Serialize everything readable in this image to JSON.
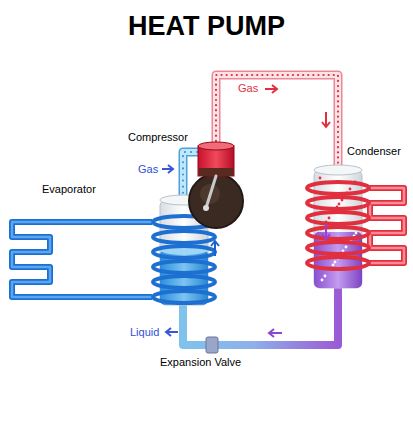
{
  "diagram": {
    "title": "HEAT PUMP",
    "labels": [
      "Compressor",
      "Gas",
      "Evaporator",
      "Gas",
      "Condenser",
      "Liquid",
      "Expansion Valve"
    ]
  }
}
